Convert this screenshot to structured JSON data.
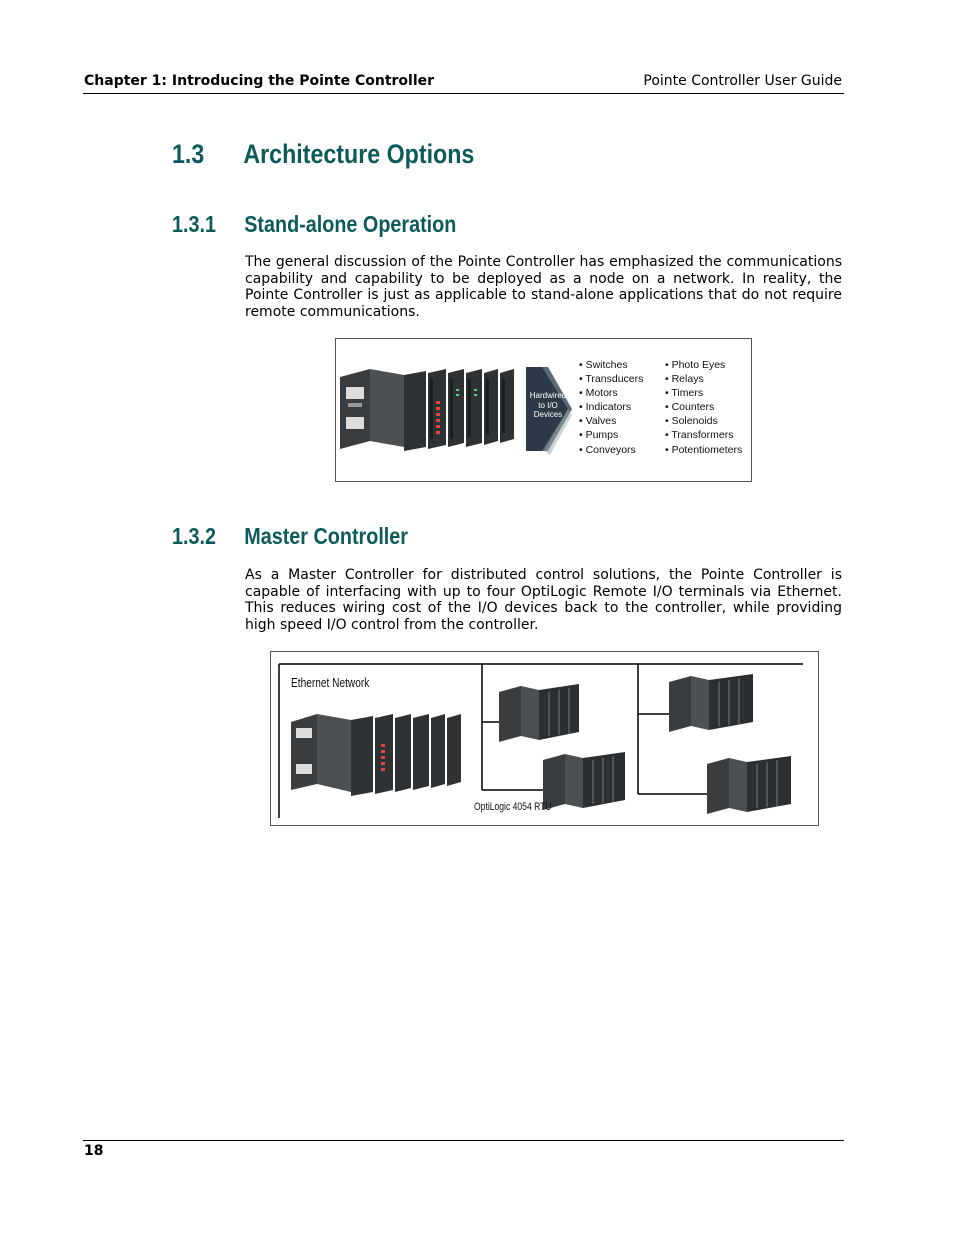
{
  "header": {
    "chapter": "Chapter 1: Introducing the Pointe Controller",
    "guide": "Pointe Controller User Guide"
  },
  "section": {
    "number": "1.3",
    "title": "Architecture Options"
  },
  "subsection1": {
    "number": "1.3.1",
    "title": "Stand-alone Operation",
    "body": "The general discussion of the Pointe Controller has emphasized the communications capability and capability to be deployed as a node on a network. In reality, the Pointe Controller is just as applicable to stand-alone applications that do not require remote communications."
  },
  "figure1": {
    "arrow_label": "Hardwired to I/O Devices",
    "devices_col1": [
      "Switches",
      "Transducers",
      "Motors",
      "Indicators",
      "Valves",
      "Pumps",
      "Conveyors"
    ],
    "devices_col2": [
      "Photo Eyes",
      "Relays",
      "Timers",
      "Counters",
      "Solenoids",
      "Transformers",
      "Potentiometers"
    ]
  },
  "subsection2": {
    "number": "1.3.2",
    "title": "Master Controller",
    "body": "As a Master Controller for distributed control solutions, the Pointe Controller is capable of interfacing with up to four OptiLogic Remote I/O terminals via Ethernet. This reduces wiring cost of the I/O devices back to the controller, while providing high speed I/O control from the controller."
  },
  "figure2": {
    "network_label": "Ethernet Network",
    "rtu_label": "OptiLogic 4054 RTU"
  },
  "footer": {
    "page_number": "18"
  }
}
